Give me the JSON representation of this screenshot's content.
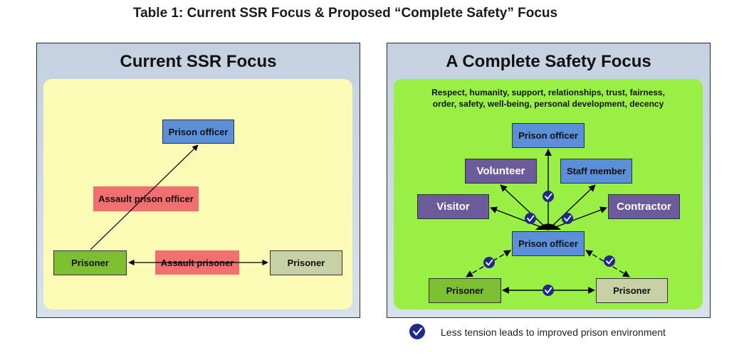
{
  "title": "Table 1: Current SSR Focus & Proposed “Complete Safety” Focus",
  "left_panel": {
    "title": "Current SSR Focus",
    "prison_officer": "Prison officer",
    "assault_officer": "Assault prison officer",
    "prisoner_a": "Prisoner",
    "assault_prisoner": "Assault prisoner",
    "prisoner_b": "Prisoner"
  },
  "right_panel": {
    "title": "A Complete Safety Focus",
    "values_line1": "Respect, humanity,  support, relationships, trust, fairness,",
    "values_line2": "order, safety, well-being, personal development,  decency",
    "prison_officer_top": "Prison officer",
    "volunteer": "Volunteer",
    "staff_member": "Staff member",
    "visitor": "Visitor",
    "contractor": "Contractor",
    "prison_officer_center": "Prison officer",
    "prisoner_a": "Prisoner",
    "prisoner_b": "Prisoner"
  },
  "legend": {
    "icon": "check-circle-icon",
    "text": "Less tension leads to improved prison environment"
  },
  "colors": {
    "blue": "#5b8fd8",
    "green": "#7cc031",
    "sage": "#c8d0a6",
    "purple": "#6b5b9a",
    "red": "#f07070",
    "check_badge": "#1f2a8c"
  }
}
